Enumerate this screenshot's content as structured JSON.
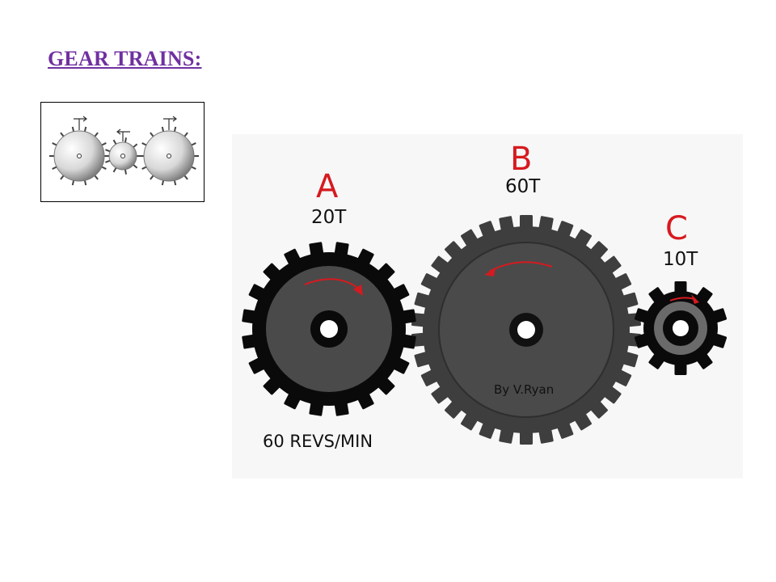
{
  "slide": {
    "title": "GEAR TRAINS:"
  },
  "diagram": {
    "credit": "By V.Ryan",
    "input_speed": "60 REVS/MIN",
    "gears": [
      {
        "letter": "A",
        "teeth_label": "20T",
        "teeth": 20,
        "rotation": "clockwise"
      },
      {
        "letter": "B",
        "teeth_label": "60T",
        "teeth": 60,
        "rotation": "anticlockwise"
      },
      {
        "letter": "C",
        "teeth_label": "10T",
        "teeth": 10,
        "rotation": "clockwise"
      }
    ]
  },
  "colors": {
    "title": "#7030a0",
    "gear_dark": "#3e3e3e",
    "gear_black": "#0a0a0a",
    "gear_face": "#4a4a4a",
    "arrow": "#d61a1f",
    "letter": "#d61a1f"
  }
}
